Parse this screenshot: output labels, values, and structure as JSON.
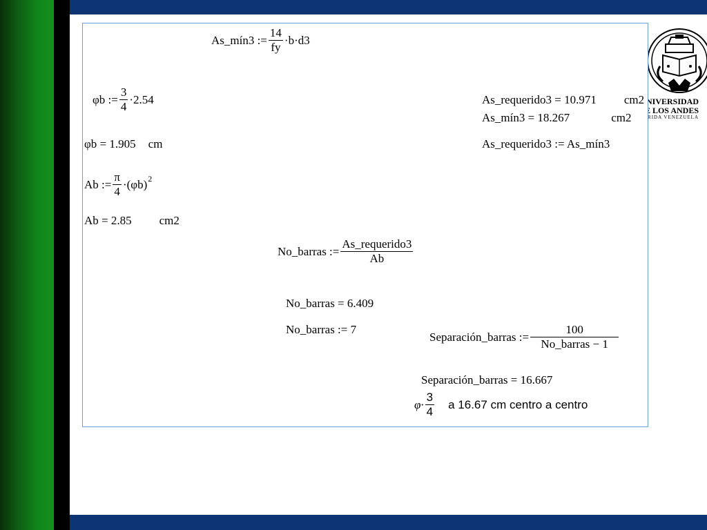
{
  "worksheet": {
    "eq_as_min3_def": {
      "lhs": "As_mín3 :=",
      "num": "14",
      "den": "fy",
      "rest": "·b·d3"
    },
    "eq_phib_def": {
      "lhs": "φb :=",
      "num": "3",
      "den": "4",
      "rest": "·2.54"
    },
    "eq_phib_result": {
      "text": "φb = 1.905",
      "unit": "cm"
    },
    "eq_ab_def": {
      "lhs": "Ab :=",
      "num": "π",
      "den": "4",
      "rest": "·(φb)",
      "exp": "2"
    },
    "eq_ab_result": {
      "text": "Ab = 2.85",
      "unit": "cm2"
    },
    "eq_as_req3": {
      "text": "As_requerido3 = 10.971",
      "unit": "cm2"
    },
    "eq_as_min3_result": {
      "text": "As_mín3 = 18.267",
      "unit": "cm2"
    },
    "eq_as_req3_assign": {
      "text": "As_requerido3 := As_mín3"
    },
    "eq_no_barras_def": {
      "lhs": "No_barras :=",
      "num": "As_requerido3",
      "den": "Ab"
    },
    "eq_no_barras_result": {
      "text": "No_barras = 6.409"
    },
    "eq_no_barras_assign": {
      "text": "No_barras := 7"
    },
    "eq_sep_def": {
      "lhs": "Separación_barras :=",
      "num": "100",
      "den": "No_barras − 1"
    },
    "eq_sep_result": {
      "text": "Separación_barras = 16.667"
    },
    "eq_final": {
      "lhs": "φ·",
      "num": "3",
      "den": "4",
      "text": "a 16.67 cm centro a centro"
    }
  },
  "logo": {
    "line1": "UNIVERSIDAD",
    "line2": "DE LOS ANDES",
    "line3": "MÉRIDA VENEZUELA"
  },
  "colors": {
    "top_bar": "#0d3573",
    "bottom_bar": "#0d3573",
    "left_bar": "#12901c",
    "worksheet_border": "#6a9fd8"
  }
}
